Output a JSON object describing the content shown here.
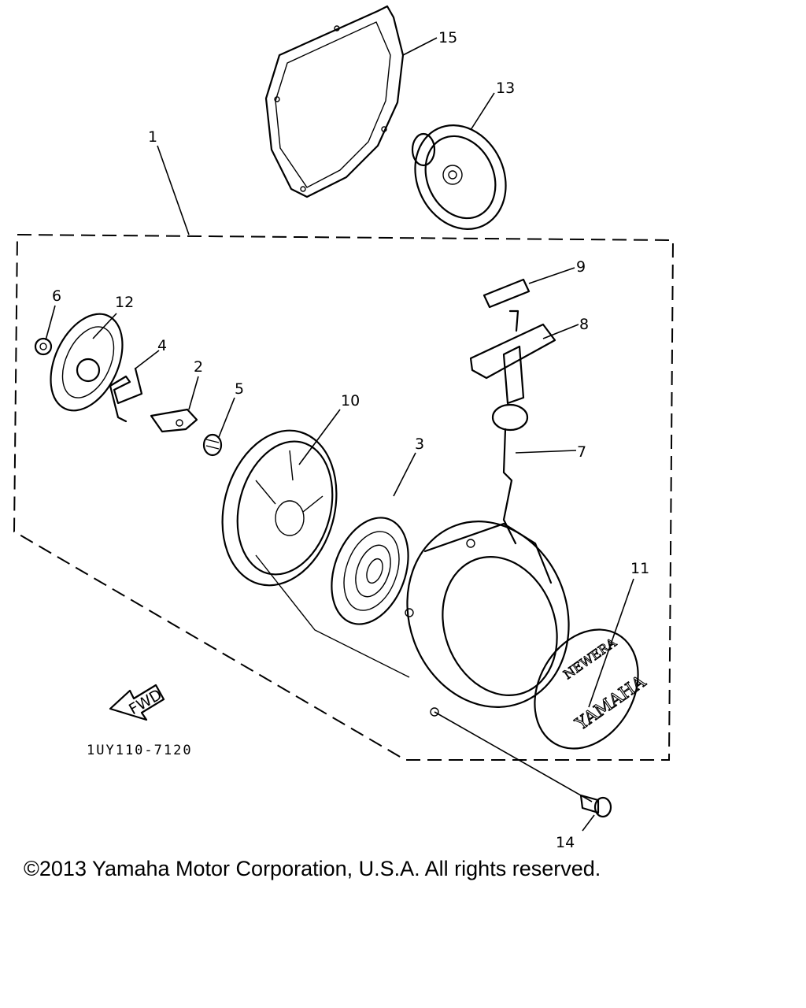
{
  "callouts": {
    "c1": "1",
    "c2": "2",
    "c3": "3",
    "c4": "4",
    "c5": "5",
    "c6": "6",
    "c7": "7",
    "c8": "8",
    "c9": "9",
    "c10": "10",
    "c11": "11",
    "c12": "12",
    "c13": "13",
    "c14": "14",
    "c15": "15"
  },
  "direction_badge": "FWD",
  "diagram_code": "1UY110-7120",
  "cover_text": {
    "brand": "YAMAHA",
    "top": "NEWERA"
  },
  "copyright": "©2013 Yamaha Motor Corporation, U.S.A. All rights reserved."
}
